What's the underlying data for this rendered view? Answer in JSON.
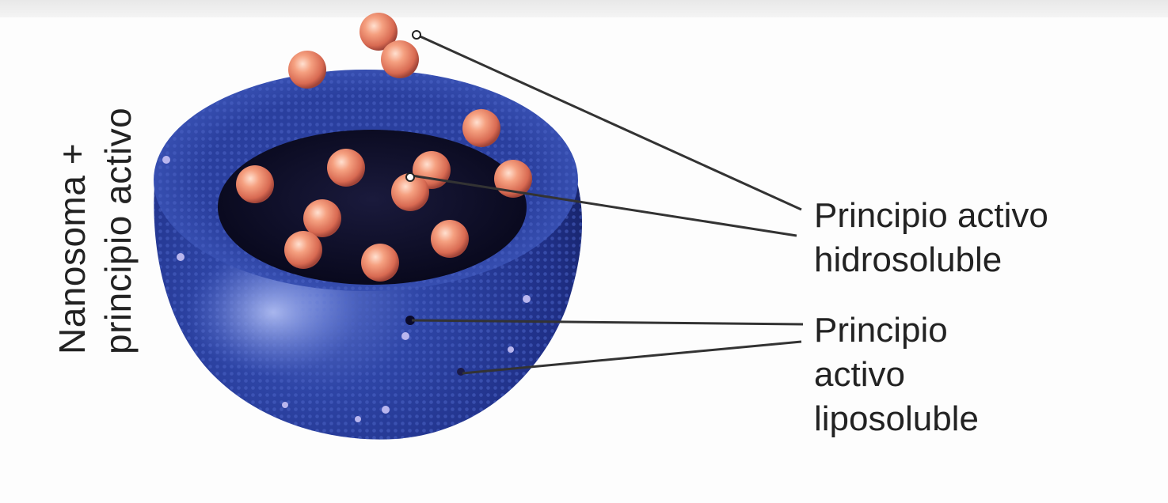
{
  "title": {
    "line1": "Nanosoma +",
    "line2": "principio activo"
  },
  "labels": {
    "hidrosoluble": {
      "line1": "Principio activo",
      "line2": "hidrosoluble"
    },
    "liposoluble": {
      "line1": "Principio",
      "line2": "activo",
      "line3": "liposoluble"
    }
  },
  "colors": {
    "shell": "#2a3f9e",
    "shell_dark": "#1a2466",
    "cavity": "#0c0c26",
    "particle": "#f08a6e",
    "leader_line": "#333333"
  }
}
